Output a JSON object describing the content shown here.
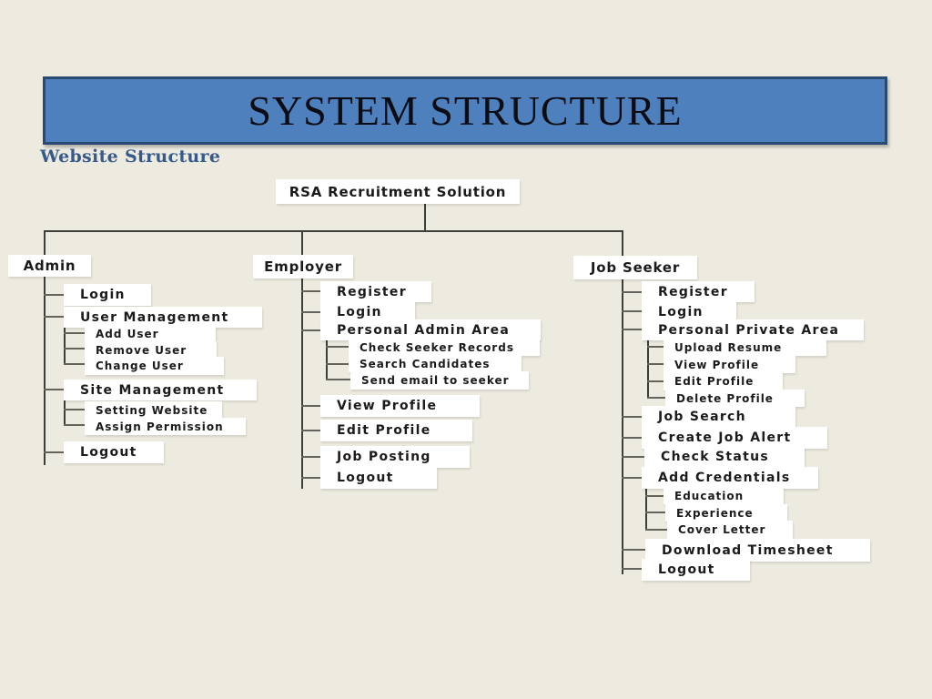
{
  "slide": {
    "title": "SYSTEM STRUCTURE",
    "subtitle": "Website Structure",
    "colors": {
      "background": "#edebe0",
      "title_fill": "#4e80bd",
      "title_border": "#2b4a72",
      "subtitle_text": "#375a8c",
      "connector_line": "#3d3d3a",
      "node_fill": "#ffffff",
      "node_text": "#1b1b1b"
    }
  },
  "tree": {
    "root": {
      "label": "RSA Recruitment Solution"
    },
    "branches": [
      {
        "label": "Admin",
        "children": [
          {
            "label": "Login"
          },
          {
            "label": "User Management",
            "children": [
              {
                "label": "Add User"
              },
              {
                "label": "Remove User"
              },
              {
                "label": "Change User"
              }
            ]
          },
          {
            "label": "Site Management",
            "children": [
              {
                "label": "Setting Website"
              },
              {
                "label": "Assign Permission"
              }
            ]
          },
          {
            "label": "Logout"
          }
        ]
      },
      {
        "label": "Employer",
        "children": [
          {
            "label": "Register"
          },
          {
            "label": "Login"
          },
          {
            "label": "Personal Admin Area",
            "children": [
              {
                "label": "Check Seeker Records"
              },
              {
                "label": "Search Candidates"
              },
              {
                "label": "Send email to seeker"
              }
            ]
          },
          {
            "label": "View Profile"
          },
          {
            "label": "Edit Profile"
          },
          {
            "label": "Job Posting"
          },
          {
            "label": "Logout"
          }
        ]
      },
      {
        "label": "Job Seeker",
        "children": [
          {
            "label": "Register"
          },
          {
            "label": "Login"
          },
          {
            "label": "Personal Private Area",
            "children": [
              {
                "label": "Upload Resume"
              },
              {
                "label": "View Profile"
              },
              {
                "label": "Edit Profile"
              },
              {
                "label": "Delete Profile"
              }
            ]
          },
          {
            "label": "Job Search"
          },
          {
            "label": "Create Job Alert"
          },
          {
            "label": "Check Status"
          },
          {
            "label": "Add Credentials",
            "children": [
              {
                "label": "Education"
              },
              {
                "label": "Experience"
              },
              {
                "label": "Cover Letter"
              }
            ]
          },
          {
            "label": "Download Timesheet"
          },
          {
            "label": "Logout"
          }
        ]
      }
    ]
  }
}
